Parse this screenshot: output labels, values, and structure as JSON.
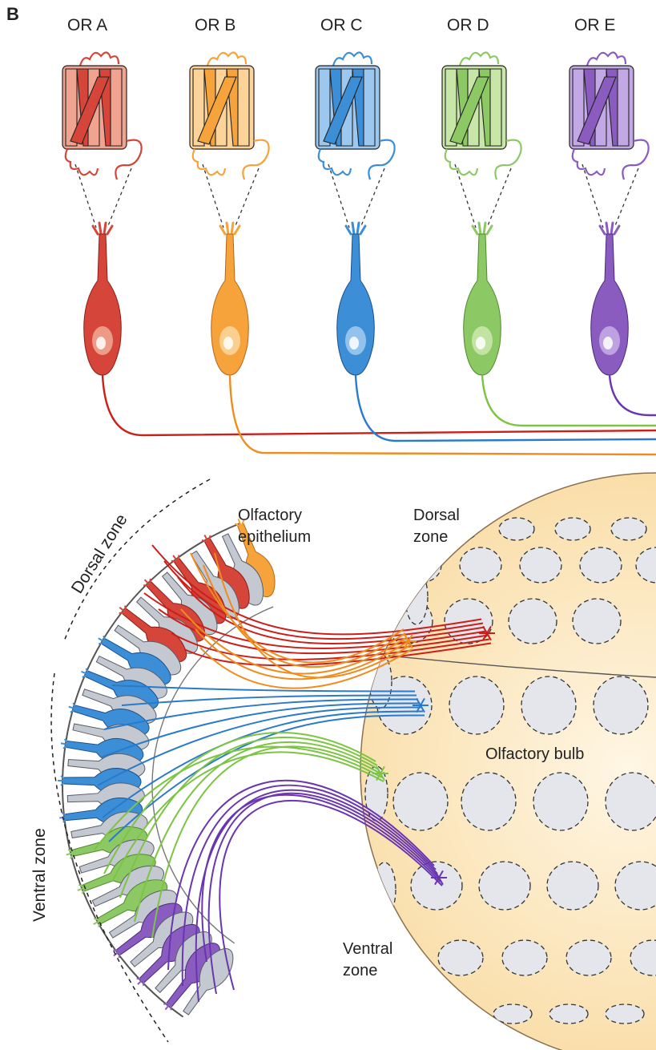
{
  "panel_label": "B",
  "receptors": [
    {
      "label": "OR  A",
      "color": "#d6453a",
      "light": "#f0a38f",
      "dark": "#8c1f18",
      "axon": "#cc1f1a"
    },
    {
      "label": "OR  B",
      "color": "#f5a33a",
      "light": "#fcd49a",
      "dark": "#b5661a",
      "axon": "#f08c1e"
    },
    {
      "label": "OR  C",
      "color": "#3c8fd6",
      "light": "#9cc8f0",
      "dark": "#1a4f8c",
      "axon": "#2a7acb"
    },
    {
      "label": "OR  D",
      "color": "#8cc864",
      "light": "#c8e6a8",
      "dark": "#4f8a2a",
      "axon": "#7cc443"
    },
    {
      "label": "OR  E",
      "color": "#8a5cc0",
      "light": "#c2a8e4",
      "dark": "#4a2a7a",
      "axon": "#6a36b0"
    }
  ],
  "labels": {
    "epithelium": [
      "Olfactory",
      "epithelium"
    ],
    "dorsal_zone_epi": "Dorsal zone",
    "ventral_zone_epi": "Ventral zone",
    "dorsal_zone_bulb": [
      "Dorsal",
      "zone"
    ],
    "ventral_zone_bulb": [
      "Ventral",
      "zone"
    ],
    "bulb": "Olfactory bulb"
  },
  "colors": {
    "bulb_fill": "#f7d28c",
    "bulb_highlight": "#fff6e4",
    "glomerulus": "#e4e6ec",
    "epithelium_cell": "#c4c8d0",
    "outline": "#222222"
  }
}
